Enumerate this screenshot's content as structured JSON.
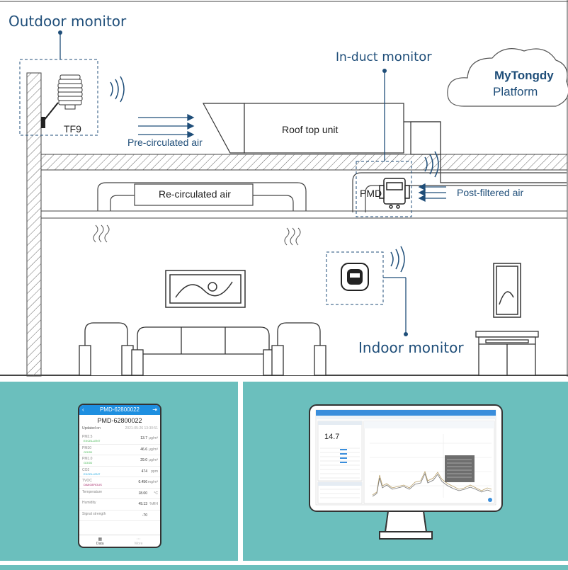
{
  "labels": {
    "outdoor_monitor": "Outdoor monitor",
    "in_duct_prefix": "In-duct",
    "in_duct_suffix": " monitor",
    "indoor_monitor": "Indoor monitor",
    "tf9": "TF9",
    "pmd": "PMD",
    "pre_circulated_air": "Pre-circulated air",
    "roof_top_unit": "Roof top unit",
    "re_circulated_air": "Re-circulated air",
    "post_filtered_air": "Post-filtered air",
    "platform_brand": "MyTongdy",
    "platform_text": "Platform"
  },
  "colors": {
    "accent": "#1f4e79",
    "panel_bg": "#6bbfbd",
    "phone_header": "#1e8fe0"
  },
  "phone": {
    "header_title": "PMD-62800022",
    "title": "PMD-62800022",
    "updated_label": "Updated on",
    "updated_value": "2021-05-26 13:30:51",
    "rows": [
      {
        "name": "PM2.5",
        "status": "EXCELLENT",
        "value": "13.7",
        "unit": "μg/m³"
      },
      {
        "name": "PM10",
        "status": "GOOD",
        "value": "46.6",
        "unit": "μg/m³"
      },
      {
        "name": "PM1.0",
        "status": "GOOD",
        "value": "29.0",
        "unit": "μg/m³"
      },
      {
        "name": "CO2",
        "status": "EXCELLENT",
        "value": "474",
        "unit": "ppm"
      },
      {
        "name": "TVOC",
        "status": "DANGEROUS",
        "value": "0.456",
        "unit": "mg/m³"
      },
      {
        "name": "Temperature",
        "status": "",
        "value": "18.00",
        "unit": "°C"
      },
      {
        "name": "Humidity",
        "status": "",
        "value": "49.13",
        "unit": "%RH"
      },
      {
        "name": "Signal strength",
        "status": "",
        "value": "-70",
        "unit": ""
      }
    ],
    "nav_data": "Data",
    "nav_more": "More"
  },
  "dashboard": {
    "big_value": "14.7"
  }
}
